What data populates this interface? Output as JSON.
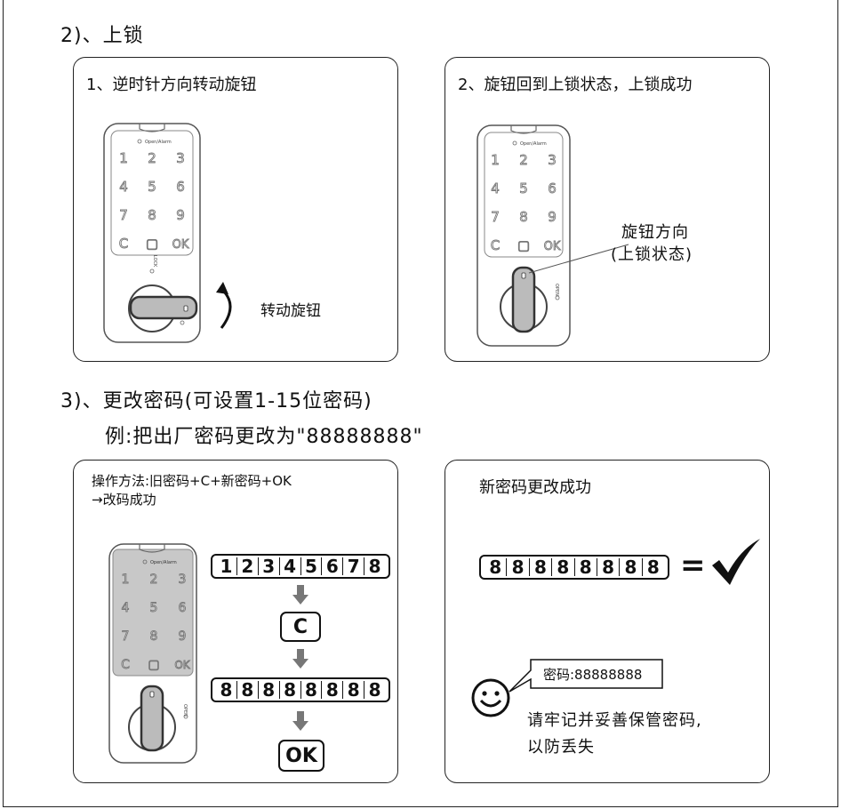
{
  "section2": {
    "heading": "2)、上锁",
    "panel1": {
      "title": "1、逆时针方向转动旋钮",
      "rotate_label": "转动旋钮"
    },
    "panel2": {
      "title": "2、旋钮回到上锁状态，上锁成功",
      "callout_line1": "旋钮方向",
      "callout_line2": "(上锁状态)"
    }
  },
  "section3": {
    "heading": "3)、更改密码(可设置1-15位密码)",
    "subheading": "例:把出厂密码更改为\"88888888\"",
    "panel3": {
      "instruction_line1": "操作方法:旧密码+C+新密码+OK",
      "instruction_line2": "→改码成功",
      "old_code": [
        "1",
        "2",
        "3",
        "4",
        "5",
        "6",
        "7",
        "8"
      ],
      "clear_key": "C",
      "new_code": [
        "8",
        "8",
        "8",
        "8",
        "8",
        "8",
        "8",
        "8"
      ],
      "ok_key": "OK"
    },
    "panel4": {
      "title": "新密码更改成功",
      "new_code": [
        "8",
        "8",
        "8",
        "8",
        "8",
        "8",
        "8",
        "8"
      ],
      "equals": "=",
      "speech_bubble": "密码:88888888",
      "reminder_line1": "请牢记并妥善保管密码,",
      "reminder_line2": "以防丢失"
    }
  },
  "lock_device": {
    "indicator_label": "Open/Alarm",
    "keys": [
      "1",
      "2",
      "3",
      "4",
      "5",
      "6",
      "7",
      "8",
      "9",
      "C",
      "▢",
      "OK"
    ],
    "lock_label": "LOCK",
    "open_label": "OPEN"
  }
}
